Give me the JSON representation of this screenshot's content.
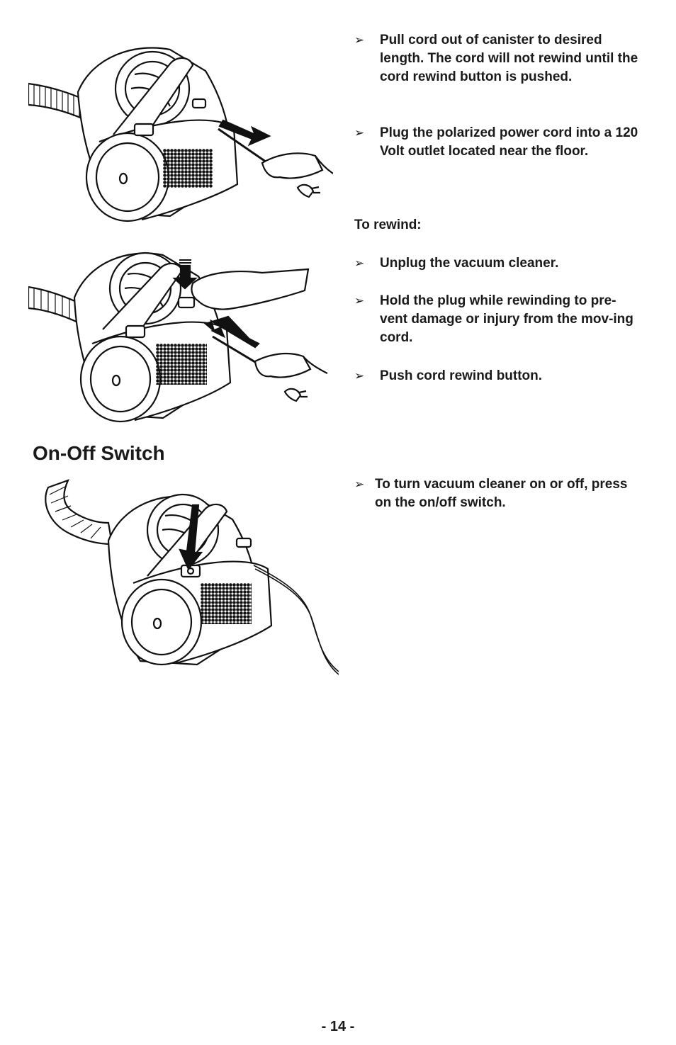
{
  "cord_pull": {
    "steps": [
      "Pull cord out of canister to desired length. The cord will not rewind until the cord rewind button is pushed.",
      "Plug the polarized power cord into a 120 Volt outlet located near the floor."
    ]
  },
  "rewind": {
    "heading": "To rewind:",
    "steps": [
      "Unplug the vacuum cleaner.",
      "Hold the plug while rewinding to pre-vent damage or injury from the mov-ing cord.",
      "Push cord rewind button."
    ]
  },
  "on_off": {
    "title": "On-Off Switch",
    "steps": [
      "To turn vacuum cleaner on or off, press on the on/off switch."
    ]
  },
  "bullet_glyph": "➢",
  "page_number": "- 14 -"
}
